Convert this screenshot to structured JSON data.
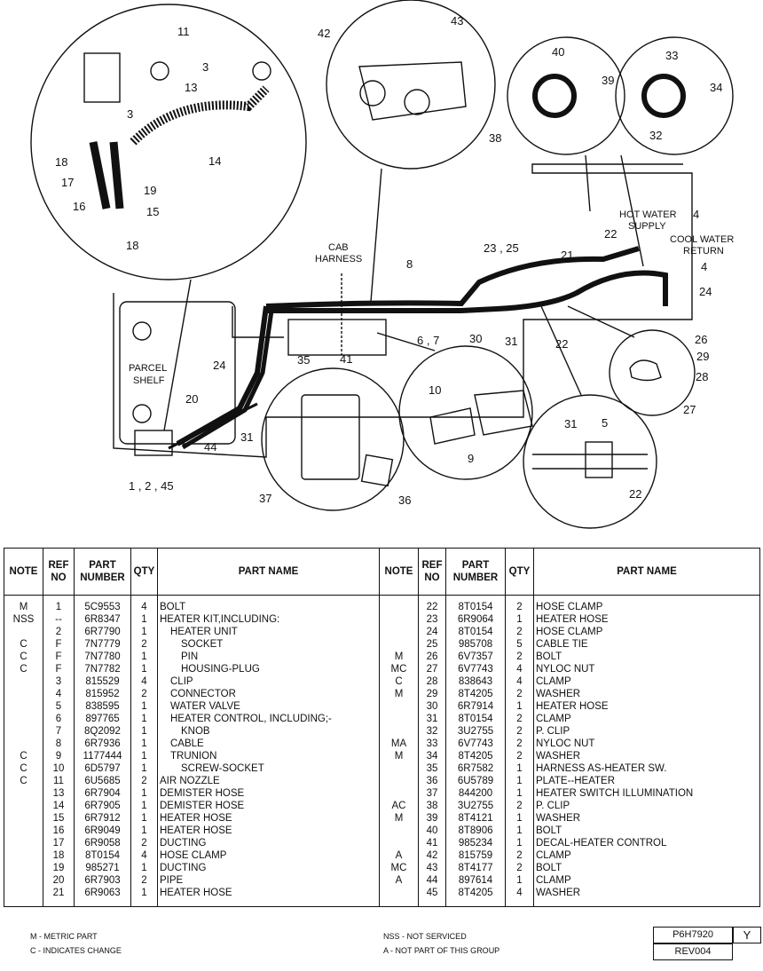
{
  "diagram": {
    "callouts": {
      "n1_2_45": "1 , 2 , 45",
      "n3a": "3",
      "n3b": "3",
      "n4a": "4",
      "n4b": "4",
      "n5": "5",
      "n6_7": "6 , 7",
      "n8": "8",
      "n9": "9",
      "n10": "10",
      "n11": "11",
      "n13": "13",
      "n14": "14",
      "n15": "15",
      "n16": "16",
      "n17": "17",
      "n18a": "18",
      "n18b": "18",
      "n19": "19",
      "n20": "20",
      "n21": "21",
      "n22a": "22",
      "n22b": "22",
      "n22c": "22",
      "n23_25": "23 , 25",
      "n24a": "24",
      "n24b": "24",
      "n26": "26",
      "n27": "27",
      "n28": "28",
      "n29": "29",
      "n30": "30",
      "n31a": "31",
      "n31b": "31",
      "n31c": "31",
      "n32": "32",
      "n33": "33",
      "n34": "34",
      "n35": "35",
      "n36": "36",
      "n37": "37",
      "n38": "38",
      "n39": "39",
      "n40": "40",
      "n41": "41",
      "n42": "42",
      "n43": "43",
      "n44": "44"
    },
    "labels": {
      "cab": "CAB",
      "harness": "HARNESS",
      "hot_water": "HOT WATER",
      "supply": "SUPPLY",
      "cool_water": "COOL WATER",
      "return": "RETURN",
      "parcel": "PARCEL",
      "shelf": "SHELF"
    }
  },
  "table": {
    "headers": {
      "note": "NOTE",
      "ref": "REF",
      "no": "NO",
      "part": "PART",
      "number": "NUMBER",
      "qty": "QTY",
      "part_name": "PART NAME"
    },
    "left": [
      {
        "note": "M",
        "ref": "1",
        "part": "5C9553",
        "qty": "4",
        "name": "BOLT",
        "indent": 0
      },
      {
        "note": "NSS",
        "ref": "--",
        "part": "6R8347",
        "qty": "1",
        "name": "HEATER KIT,INCLUDING:",
        "indent": 0
      },
      {
        "note": "",
        "ref": "2",
        "part": "6R7790",
        "qty": "1",
        "name": "HEATER UNIT",
        "indent": 1
      },
      {
        "note": "C",
        "ref": "F",
        "part": "7N7779",
        "qty": "2",
        "name": "SOCKET",
        "indent": 2
      },
      {
        "note": "C",
        "ref": "F",
        "part": "7N7780",
        "qty": "1",
        "name": "PIN",
        "indent": 2
      },
      {
        "note": "C",
        "ref": "F",
        "part": "7N7782",
        "qty": "1",
        "name": "HOUSING-PLUG",
        "indent": 2
      },
      {
        "note": "",
        "ref": "3",
        "part": "815529",
        "qty": "4",
        "name": "CLIP",
        "indent": 1
      },
      {
        "note": "",
        "ref": "4",
        "part": "815952",
        "qty": "2",
        "name": "CONNECTOR",
        "indent": 1
      },
      {
        "note": "",
        "ref": "5",
        "part": "838595",
        "qty": "1",
        "name": "WATER VALVE",
        "indent": 1
      },
      {
        "note": "",
        "ref": "6",
        "part": "897765",
        "qty": "1",
        "name": "HEATER CONTROL, INCLUDING;-",
        "indent": 1
      },
      {
        "note": "",
        "ref": "7",
        "part": "8Q2092",
        "qty": "1",
        "name": "KNOB",
        "indent": 2
      },
      {
        "note": "",
        "ref": "8",
        "part": "6R7936",
        "qty": "1",
        "name": "CABLE",
        "indent": 1
      },
      {
        "note": "C",
        "ref": "9",
        "part": "1177444",
        "qty": "1",
        "name": "TRUNION",
        "indent": 1
      },
      {
        "note": "C",
        "ref": "10",
        "part": "6D5797",
        "qty": "1",
        "name": "SCREW-SOCKET",
        "indent": 2
      },
      {
        "note": "C",
        "ref": "11",
        "part": "6U5685",
        "qty": "2",
        "name": "AIR NOZZLE",
        "indent": 0
      },
      {
        "note": "",
        "ref": "13",
        "part": "6R7904",
        "qty": "1",
        "name": "DEMISTER HOSE",
        "indent": 0
      },
      {
        "note": "",
        "ref": "14",
        "part": "6R7905",
        "qty": "1",
        "name": "DEMISTER HOSE",
        "indent": 0
      },
      {
        "note": "",
        "ref": "15",
        "part": "6R7912",
        "qty": "1",
        "name": "HEATER HOSE",
        "indent": 0
      },
      {
        "note": "",
        "ref": "16",
        "part": "6R9049",
        "qty": "1",
        "name": "HEATER HOSE",
        "indent": 0
      },
      {
        "note": "",
        "ref": "17",
        "part": "6R9058",
        "qty": "2",
        "name": "DUCTING",
        "indent": 0
      },
      {
        "note": "",
        "ref": "18",
        "part": "8T0154",
        "qty": "4",
        "name": "HOSE CLAMP",
        "indent": 0
      },
      {
        "note": "",
        "ref": "19",
        "part": "985271",
        "qty": "1",
        "name": "DUCTING",
        "indent": 0
      },
      {
        "note": "",
        "ref": "20",
        "part": "6R7903",
        "qty": "2",
        "name": "PIPE",
        "indent": 0
      },
      {
        "note": "",
        "ref": "21",
        "part": "6R9063",
        "qty": "1",
        "name": "HEATER HOSE",
        "indent": 0
      }
    ],
    "right": [
      {
        "note": "",
        "ref": "22",
        "part": "8T0154",
        "qty": "2",
        "name": "HOSE CLAMP"
      },
      {
        "note": "",
        "ref": "23",
        "part": "6R9064",
        "qty": "1",
        "name": "HEATER HOSE"
      },
      {
        "note": "",
        "ref": "24",
        "part": "8T0154",
        "qty": "2",
        "name": "HOSE CLAMP"
      },
      {
        "note": "",
        "ref": "25",
        "part": "985708",
        "qty": "5",
        "name": "CABLE TIE"
      },
      {
        "note": "M",
        "ref": "26",
        "part": "6V7357",
        "qty": "2",
        "name": "BOLT"
      },
      {
        "note": "MC",
        "ref": "27",
        "part": "6V7743",
        "qty": "4",
        "name": "NYLOC NUT"
      },
      {
        "note": "C",
        "ref": "28",
        "part": "838643",
        "qty": "4",
        "name": "CLAMP"
      },
      {
        "note": "M",
        "ref": "29",
        "part": "8T4205",
        "qty": "2",
        "name": "WASHER"
      },
      {
        "note": "",
        "ref": "30",
        "part": "6R7914",
        "qty": "1",
        "name": "HEATER HOSE"
      },
      {
        "note": "",
        "ref": "31",
        "part": "8T0154",
        "qty": "2",
        "name": "CLAMP"
      },
      {
        "note": "",
        "ref": "32",
        "part": "3U2755",
        "qty": "2",
        "name": "P. CLIP"
      },
      {
        "note": "MA",
        "ref": "33",
        "part": "6V7743",
        "qty": "2",
        "name": "NYLOC NUT"
      },
      {
        "note": "M",
        "ref": "34",
        "part": "8T4205",
        "qty": "2",
        "name": "WASHER"
      },
      {
        "note": "",
        "ref": "35",
        "part": "6R7582",
        "qty": "1",
        "name": "HARNESS AS-HEATER SW."
      },
      {
        "note": "",
        "ref": "36",
        "part": "6U5789",
        "qty": "1",
        "name": "PLATE--HEATER"
      },
      {
        "note": "",
        "ref": "37",
        "part": "844200",
        "qty": "1",
        "name": "HEATER SWITCH ILLUMINATION"
      },
      {
        "note": "AC",
        "ref": "38",
        "part": "3U2755",
        "qty": "2",
        "name": "P. CLIP"
      },
      {
        "note": "M",
        "ref": "39",
        "part": "8T4121",
        "qty": "1",
        "name": "WASHER"
      },
      {
        "note": "",
        "ref": "40",
        "part": "8T8906",
        "qty": "1",
        "name": "BOLT"
      },
      {
        "note": "",
        "ref": "41",
        "part": "985234",
        "qty": "1",
        "name": "DECAL-HEATER CONTROL"
      },
      {
        "note": "A",
        "ref": "42",
        "part": "815759",
        "qty": "2",
        "name": "CLAMP"
      },
      {
        "note": "MC",
        "ref": "43",
        "part": "8T4177",
        "qty": "2",
        "name": "BOLT"
      },
      {
        "note": "A",
        "ref": "44",
        "part": "897614",
        "qty": "1",
        "name": "CLAMP"
      },
      {
        "note": "",
        "ref": "45",
        "part": "8T4205",
        "qty": "4",
        "name": "WASHER"
      }
    ]
  },
  "footer": {
    "metric": "M - METRIC PART",
    "change": "C - INDICATES CHANGE",
    "nss": "NSS - NOT SERVICED",
    "not_part": "A - NOT PART OF THIS GROUP",
    "drawing_no": "P6H7920",
    "sheet": "Y",
    "revision": "REV004"
  }
}
